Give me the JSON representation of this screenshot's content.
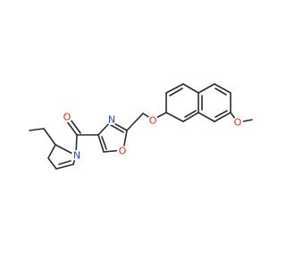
{
  "molecule": {
    "atom_labels": {
      "carbonyl_oxygen": "O",
      "pyrroline_nitrogen": "N",
      "oxazole_nitrogen": "N",
      "oxazole_oxygen": "O",
      "ether_oxygen": "O",
      "methoxy_oxygen": "O"
    },
    "colors": {
      "bond": "#2b2b2b",
      "oxygen": "#ff2020",
      "nitrogen": "#2040ff",
      "background": "#ffffff"
    }
  }
}
